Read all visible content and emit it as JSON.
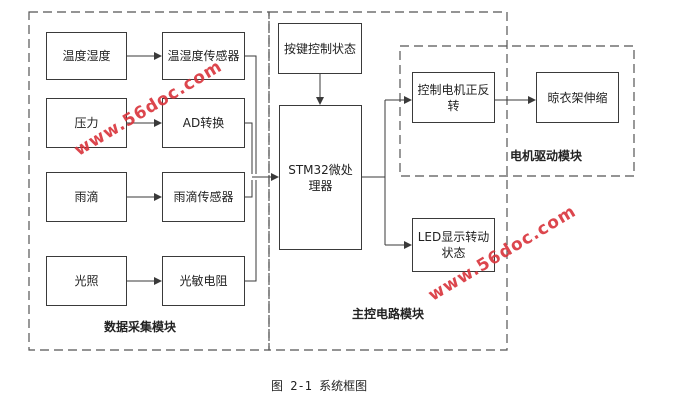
{
  "diagram": {
    "groups": {
      "data_collection": "数据采集模块",
      "main_control": "主控电路模块",
      "motor_drive": "电机驱动模块"
    },
    "sensors": {
      "temp_humidity": "温度湿度",
      "pressure": "压力",
      "raindrop": "雨滴",
      "light": "光照"
    },
    "processors": {
      "temp_humidity_sensor": "温湿度传感器",
      "ad_convert": "AD转换",
      "raindrop_sensor": "雨滴传感器",
      "photoresistor": "光敏电阻"
    },
    "key_status": "按键控制状态",
    "mcu": "STM32微处理器",
    "motor_control": "控制电机正反转",
    "rack": "晾衣架伸缩",
    "led_status": "LED显示转动状态"
  },
  "caption": "图 2-1 系统框图",
  "watermark": "www.56doc.com",
  "colors": {
    "watermark": "#d9323a",
    "line": "#3a3a3a"
  }
}
